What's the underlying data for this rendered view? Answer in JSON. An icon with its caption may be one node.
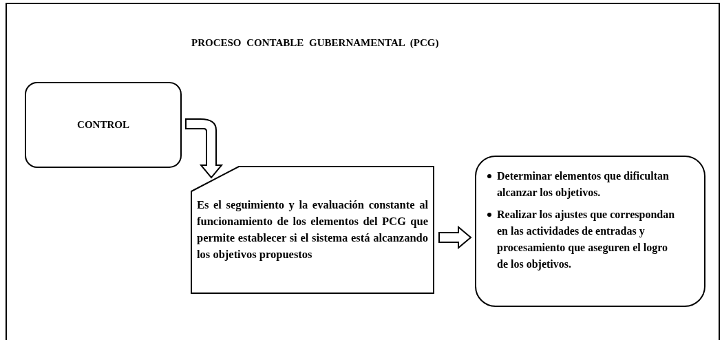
{
  "diagram": {
    "title": "PROCESO CONTABLE GUBERNAMENTAL (PCG)",
    "nodes": [
      {
        "text": [
          "CONTROL"
        ]
      },
      {
        "text": [
          "Es el seguimiento y la evaluación constante al funcionamiento de los elementos del PCG que permite establecer si el sistema está alcanzando los objetivos propuestos"
        ]
      },
      {
        "text": [
          "Determinar elementos que dificultan alcanzar los objetivos.",
          "Realizar los ajustes que correspondan en las actividades de entradas y procesamiento que aseguren el logro de los objetivos."
        ]
      }
    ],
    "edges": [
      {
        "from": 0,
        "to": 1,
        "arrow": "to"
      },
      {
        "from": 1,
        "to": 2,
        "arrow": "to"
      }
    ]
  }
}
